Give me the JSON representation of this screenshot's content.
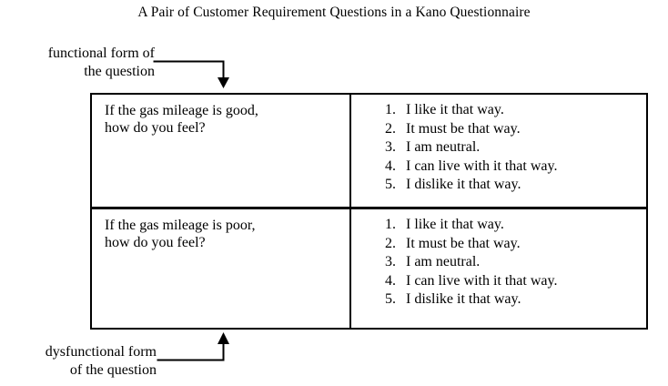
{
  "figure": {
    "title": "A Pair of Customer Requirement Questions in a Kano Questionnaire"
  },
  "callouts": {
    "functional": {
      "line1": "functional form of",
      "line2": "the question",
      "arrow_icon": "arrow-down-icon"
    },
    "dysfunctional": {
      "line1": "dysfunctional form",
      "line2": "of the question",
      "arrow_icon": "arrow-up-icon"
    }
  },
  "table": {
    "rows": [
      {
        "question": {
          "line1": "If the gas mileage is good,",
          "line2": "how do you feel?"
        },
        "answers": [
          {
            "num": "1.",
            "text": "I like it that way."
          },
          {
            "num": "2.",
            "text": "It must be that way."
          },
          {
            "num": "3.",
            "text": "I am neutral."
          },
          {
            "num": "4.",
            "text": "I can live with it that way."
          },
          {
            "num": "5.",
            "text": "I dislike it that way."
          }
        ]
      },
      {
        "question": {
          "line1": "If the gas mileage is poor,",
          "line2": "how do you feel?"
        },
        "answers": [
          {
            "num": "1.",
            "text": "I like it that way."
          },
          {
            "num": "2.",
            "text": "It must be that way."
          },
          {
            "num": "3.",
            "text": "I am neutral."
          },
          {
            "num": "4.",
            "text": "I can live with it that way."
          },
          {
            "num": "5.",
            "text": "I dislike it that way."
          }
        ]
      }
    ]
  },
  "colors": {
    "ink": "#000000",
    "background": "#ffffff"
  }
}
